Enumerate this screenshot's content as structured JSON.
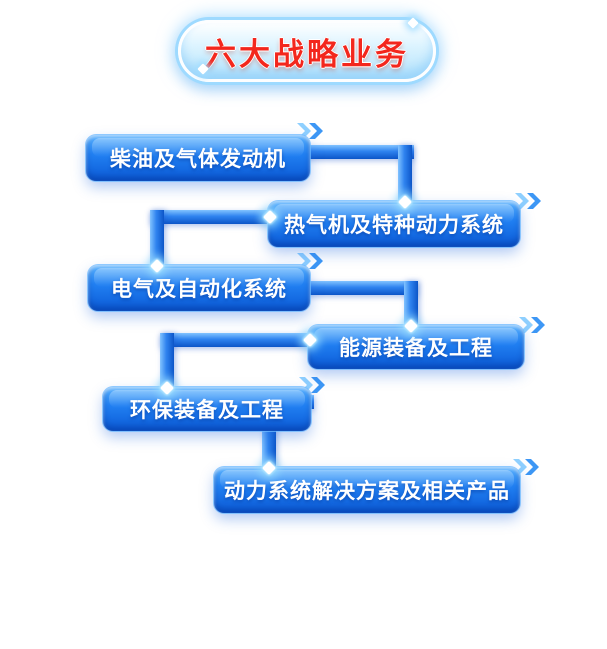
{
  "title": {
    "label": "六大战略业务"
  },
  "boxes": [
    {
      "label": "柴油及气体发动机"
    },
    {
      "label": "热气机及特种动力系统"
    },
    {
      "label": "电气及自动化系统"
    },
    {
      "label": "能源装备及工程"
    },
    {
      "label": "环保装备及工程"
    },
    {
      "label": "动力系统解决方案及相关产品"
    }
  ],
  "decorations": {
    "chevron_icon": "speed-chevron-icon",
    "node_icon": "diamond-node-icon",
    "sparkle_icon": "sparkle-icon"
  },
  "colors": {
    "box_gradient_top": "#58b2ff",
    "box_gradient_bottom": "#0b5ad6",
    "connector_blue": "#2f83ef",
    "title_text_red": "#f3271d",
    "title_pill_bg": "#b3e2fb",
    "background": "#ffffff"
  }
}
